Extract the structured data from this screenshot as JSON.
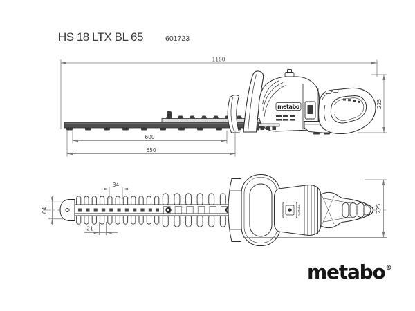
{
  "header": {
    "model": "HS 18 LTX BL 65",
    "article_number": "601723"
  },
  "branding": {
    "logo_text": "metabo",
    "registered_mark": "®",
    "housing_label": "metabo"
  },
  "side_view": {
    "dims": {
      "overall_length_mm": "1180",
      "height_mm": "225",
      "cutting_length_mm": "600",
      "blade_length_mm": "650"
    }
  },
  "top_view": {
    "dims": {
      "tooth_spacing_mm": "34",
      "blade_width_mm": "64",
      "tooth_gap_mm": "21",
      "body_width_mm": "225"
    }
  },
  "colors": {
    "background": "#ffffff",
    "outline": "#2e2e2e",
    "dimension_line": "#767676",
    "dimension_text": "#4a4a4a",
    "blade_fill": "#4f4f4f",
    "logo": "#161616"
  }
}
